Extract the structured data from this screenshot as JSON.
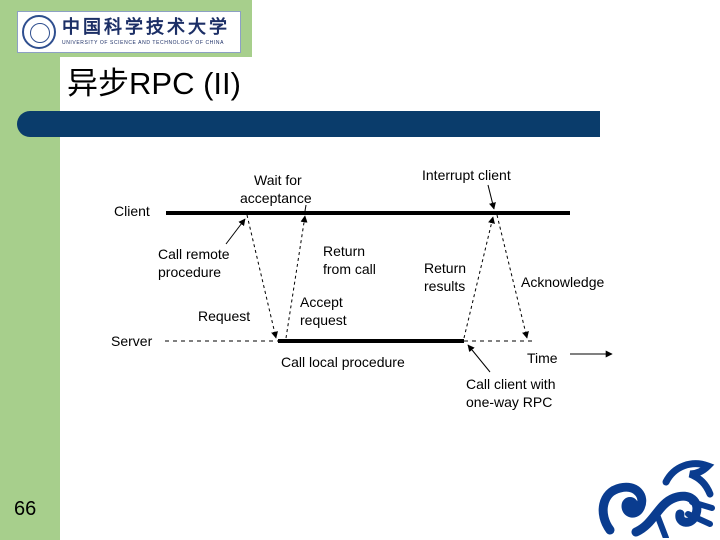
{
  "header": {
    "logo_name_cn": "中国科学技术大学",
    "logo_name_en": "UNIVERSITY OF SCIENCE AND TECHNOLOGY OF CHINA",
    "slide_title": "异步RPC (II)",
    "accent_color": "#0a3c6b",
    "sidebar_color": "#a7cf8c"
  },
  "diagram": {
    "lanes": {
      "client": "Client",
      "server": "Server"
    },
    "time_label": "Time",
    "labels": {
      "wait_for": "Wait for",
      "acceptance": "acceptance",
      "interrupt_client": "Interrupt client",
      "call_remote": "Call remote",
      "procedure": "procedure",
      "return": "Return",
      "from_call": "from call",
      "return2": "Return",
      "results": "results",
      "acknowledge": "Acknowledge",
      "request": "Request",
      "accept": "Accept",
      "request2": "request",
      "call_local_procedure": "Call local procedure",
      "call_client_with": "Call client with",
      "one_way_rpc": "one-way RPC"
    }
  },
  "footer": {
    "page_number": "66",
    "crest_icon": "dragon-crest-icon"
  }
}
